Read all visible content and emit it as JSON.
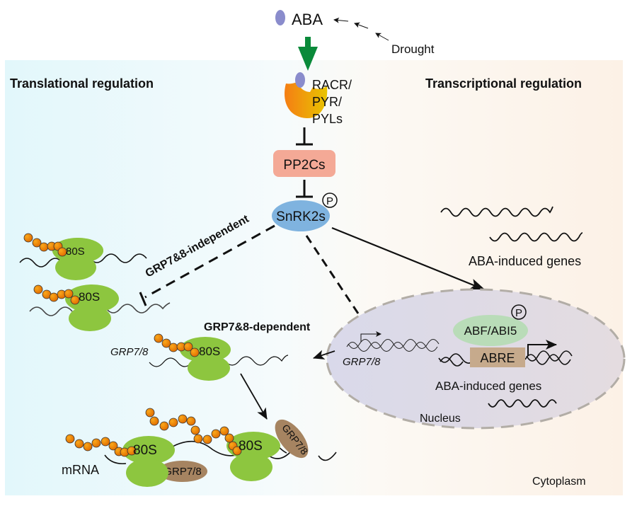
{
  "top": {
    "aba_label": "ABA",
    "drought_label": "Drought"
  },
  "receptor": {
    "line1": "RACR/",
    "line2": "PYR/",
    "line3": "PYLs"
  },
  "pp2c": {
    "label": "PP2Cs"
  },
  "snrk2": {
    "label": "SnRK2s",
    "phospho": "P"
  },
  "sections": {
    "translational": "Translational regulation",
    "transcriptional": "Transcriptional regulation"
  },
  "pathways": {
    "independent": "GRP7&8-independent",
    "dependent": "GRP7&8-dependent"
  },
  "ribosome_label": "80S",
  "grp_label": "GRP7/8",
  "mrna_label": "mRNA",
  "cytoplasm": {
    "genes_label": "ABA-induced genes",
    "cytoplasm_label": "Cytoplasm"
  },
  "nucleus": {
    "grp_gene_label": "GRP7/8",
    "abf_label": "ABF/ABI5",
    "abf_phospho": "P",
    "abre_label": "ABRE",
    "genes_label": "ABA-induced genes",
    "nucleus_label": "Nucleus"
  },
  "colors": {
    "ribosome": "#8dc63f",
    "grp": "#a68461",
    "pp2c": "#f4a996",
    "snrk2": "#7fb3df",
    "abf": "#b9dcb8",
    "abre": "#c6aa8c",
    "aba_dot": "#8a8ccc",
    "green_arrow": "#0a8a3a",
    "nucleus_fill": "#d8d6e6"
  }
}
